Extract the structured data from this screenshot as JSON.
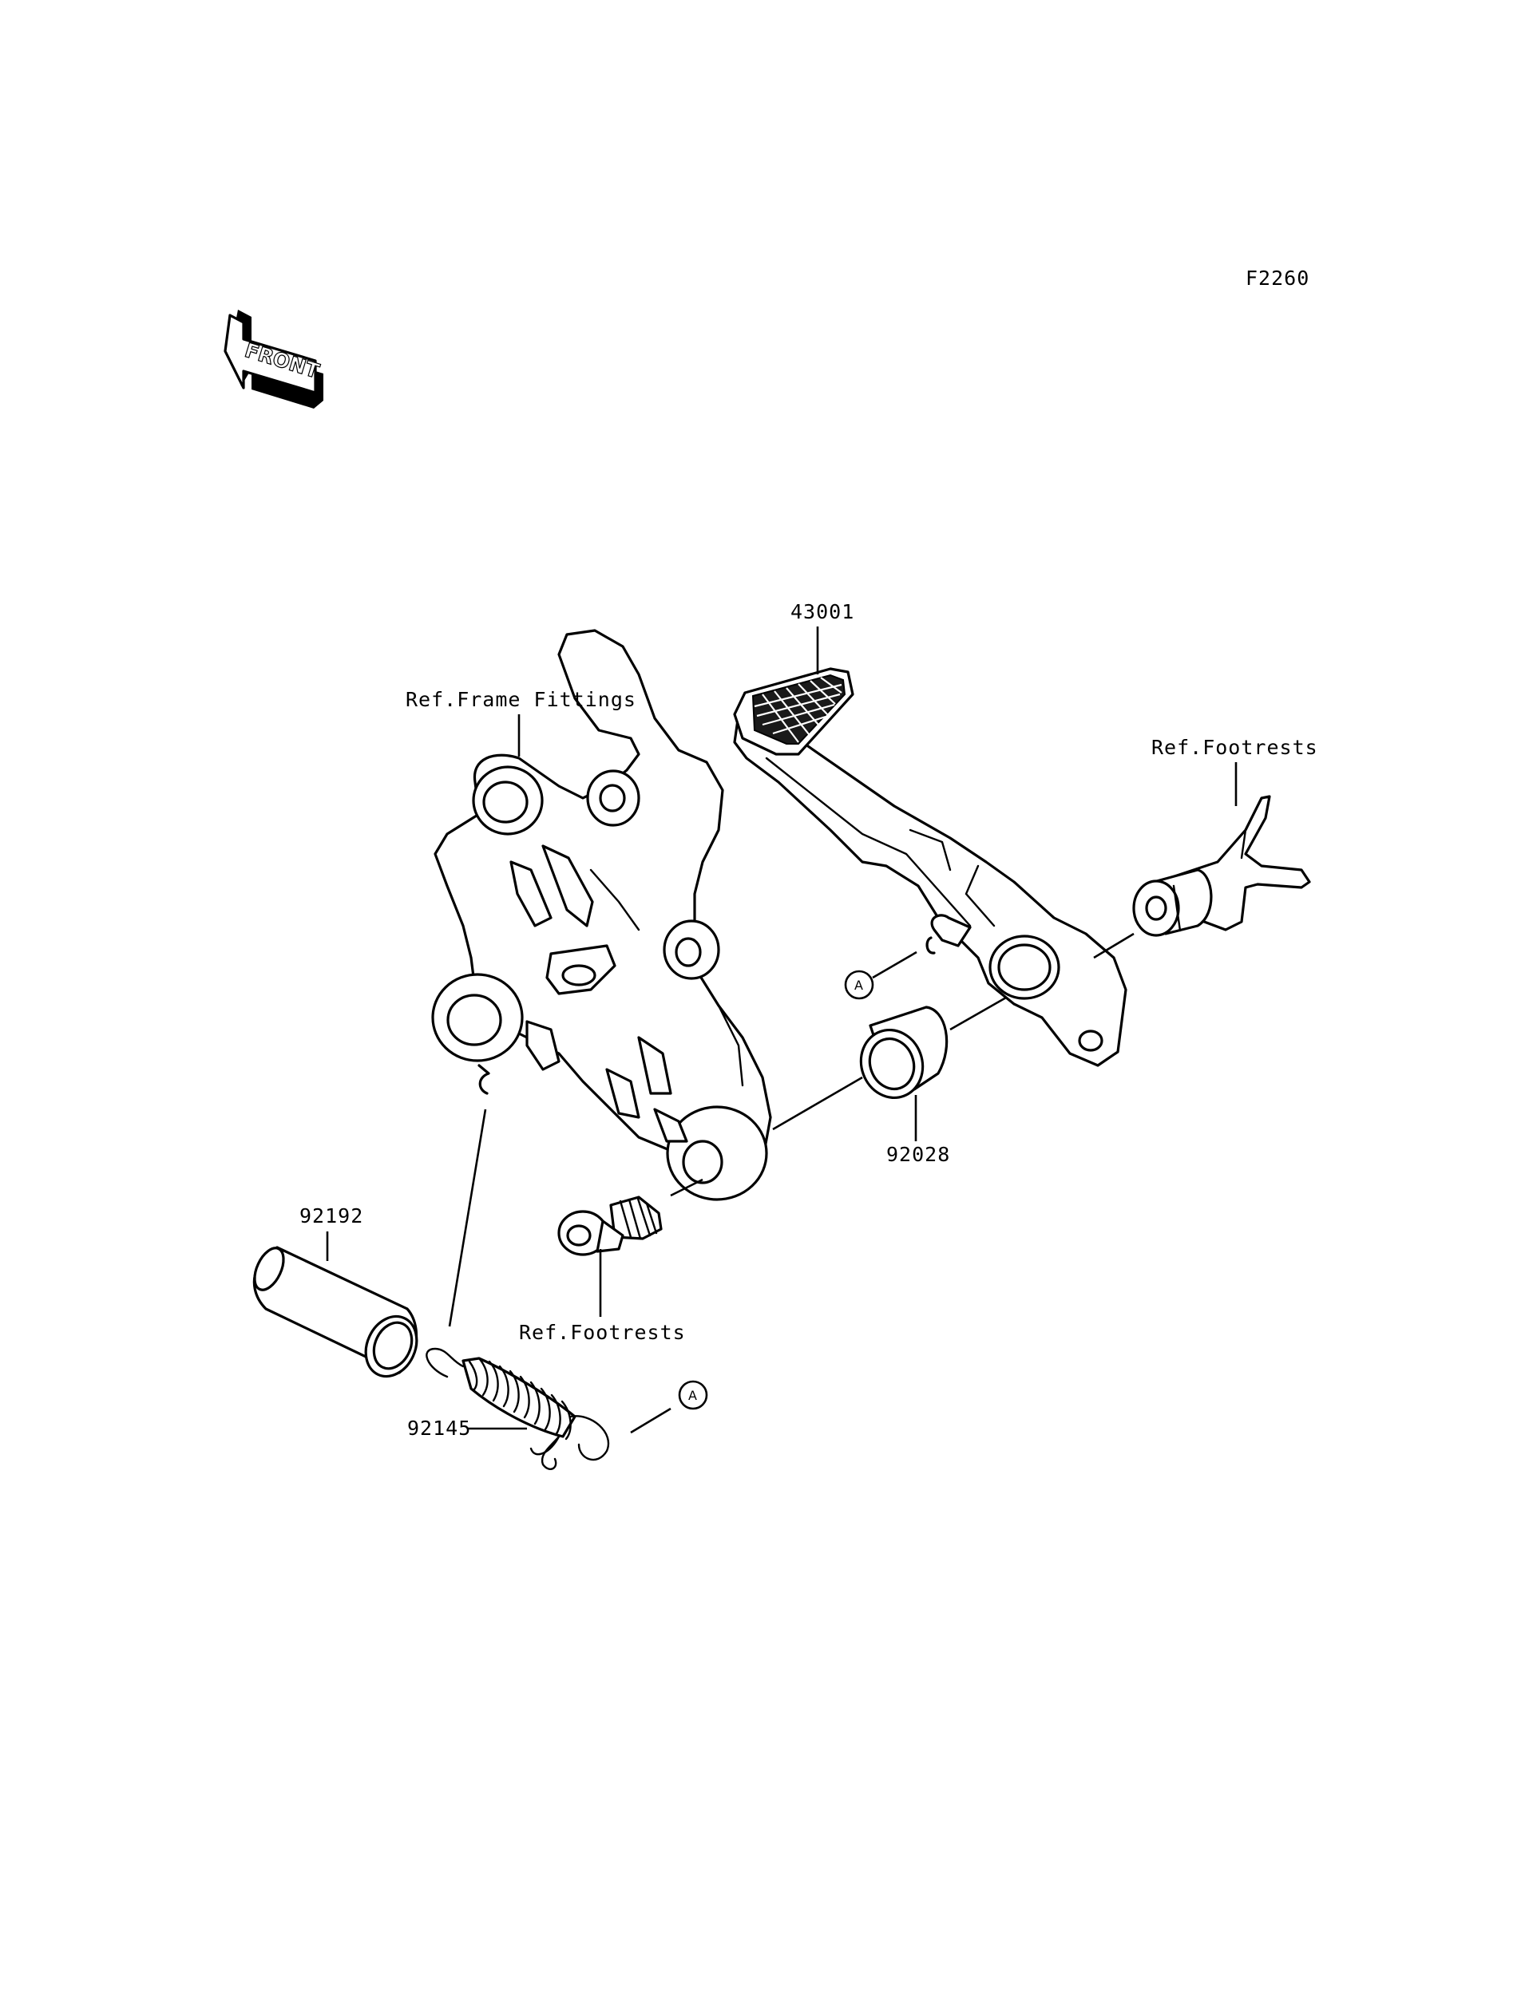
{
  "diagram_code": "F2260",
  "front_arrow_text": "FRONT",
  "labels": {
    "brake_pedal": "43001",
    "ref_frame_fittings": "Ref.Frame Fittings",
    "ref_footrests_top": "Ref.Footrests",
    "bushing": "92028",
    "collar": "92192",
    "ref_footrests_bottom": "Ref.Footrests",
    "spring": "92145",
    "callout_a_upper": "A",
    "callout_a_lower": "A"
  }
}
